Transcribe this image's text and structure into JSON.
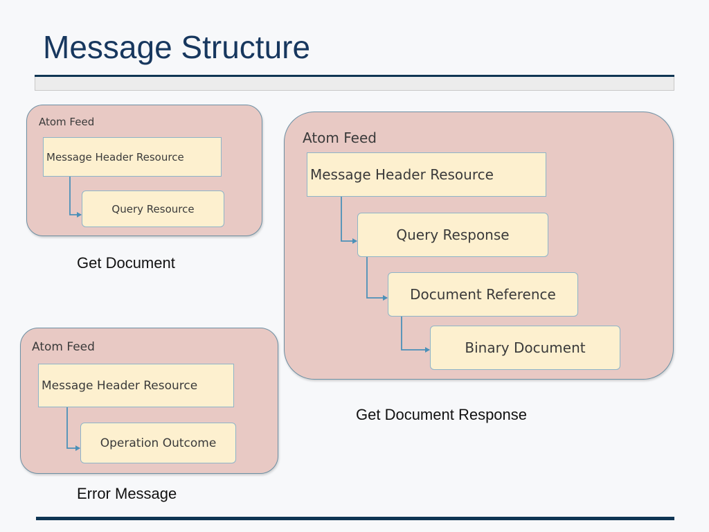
{
  "title": "Message Structure",
  "get_document": {
    "feed_label": "Atom Feed",
    "header": "Message Header Resource",
    "child": "Query Resource",
    "caption": "Get Document"
  },
  "error_message": {
    "feed_label": "Atom Feed",
    "header": "Message Header Resource",
    "child": "Operation Outcome",
    "caption": "Error Message"
  },
  "get_document_response": {
    "feed_label": "Atom Feed",
    "header": "Message Header Resource",
    "level1": "Query Response",
    "level2": "Document Reference",
    "level3": "Binary Document",
    "caption": "Get Document Response"
  },
  "colors": {
    "title": "#17375e",
    "feed_fill": "#e8c9c4",
    "node_fill": "#fdf0cf",
    "connector": "#4a90b8",
    "rule": "#0f3553"
  }
}
